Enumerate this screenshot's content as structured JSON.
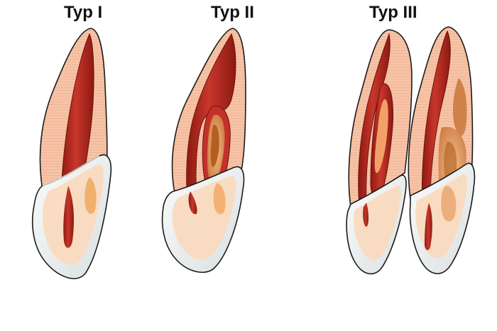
{
  "labels": {
    "typ_1": "Typ I",
    "typ_2": "Typ II",
    "typ_3": "Typ III"
  },
  "colors": {
    "dentin": "#f7c3a6",
    "dentin_line": "#e9a98a",
    "pulp": "#b8261f",
    "pulp_dark": "#7f150f",
    "enamel": "#eef0f0",
    "enamel_edge": "#1b1b1b",
    "chamber": "#c7783a",
    "chamber_light": "#f0b07a"
  },
  "icons": [
    "tooth-type-1-illustration",
    "tooth-type-2-illustration",
    "tooth-type-3-illustration-front",
    "tooth-type-3-illustration-back"
  ]
}
